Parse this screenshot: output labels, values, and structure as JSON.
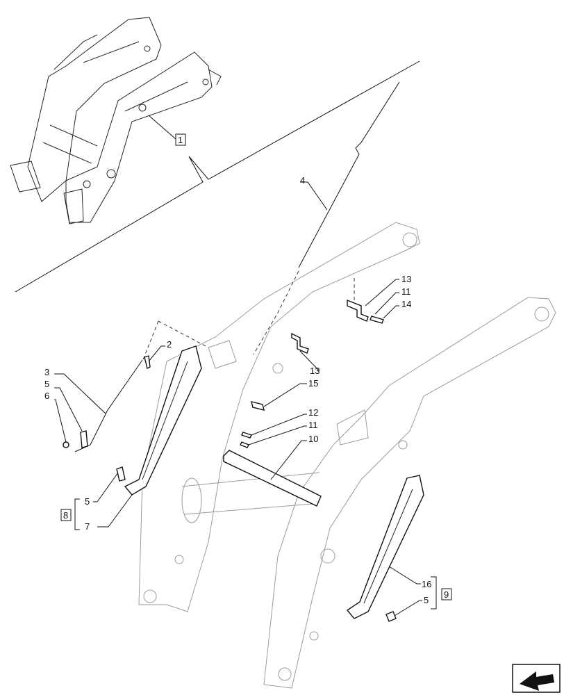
{
  "callouts": {
    "c1": "1",
    "c2": "2",
    "c3": "3",
    "c4": "4",
    "c5a": "5",
    "c5b": "5",
    "c5c": "5",
    "c6": "6",
    "c7": "7",
    "c8": "8",
    "c9": "9",
    "c10": "10",
    "c11a": "11",
    "c11b": "11",
    "c12": "12",
    "c13a": "13",
    "c13b": "13",
    "c14": "14",
    "c15": "15",
    "c16": "16"
  },
  "icons": {
    "nav": "next-page-arrow-icon"
  }
}
